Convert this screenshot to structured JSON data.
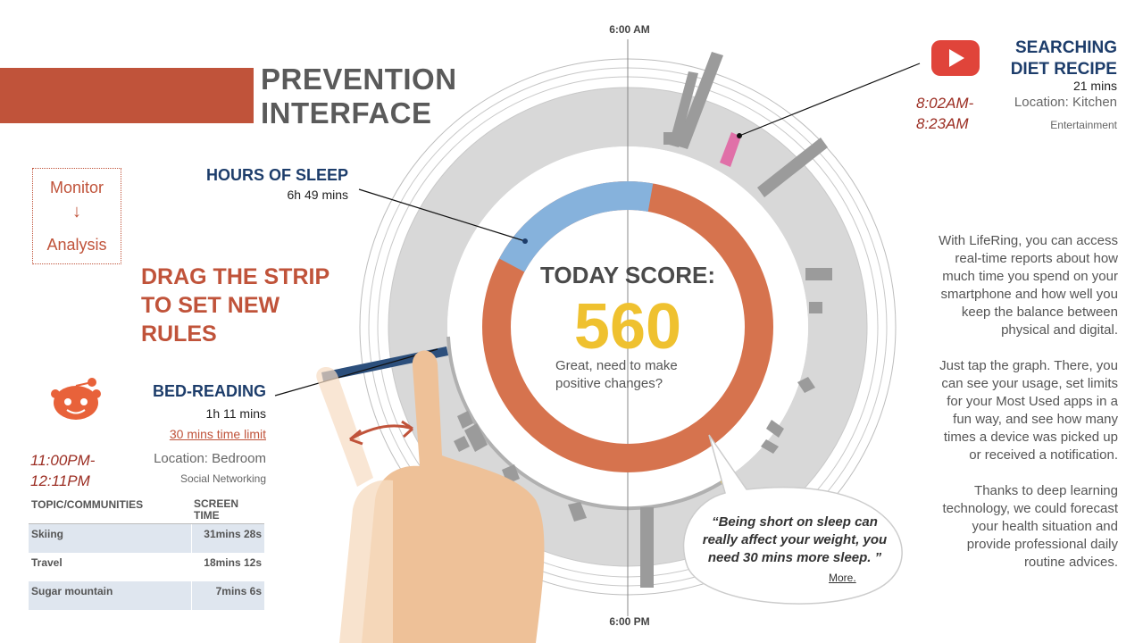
{
  "header": {
    "title_line1": "PREVENTION",
    "title_line2": "INTERFACE",
    "accent_color": "#c0533a"
  },
  "flow": {
    "step1": "Monitor",
    "step2": "Analysis",
    "arrow": "↓"
  },
  "instruction": {
    "line1": "DRAG THE STRIP",
    "line2": "TO SET NEW",
    "line3": "RULES"
  },
  "sleep": {
    "title": "HOURS OF SLEEP",
    "value": "6h 49 mins",
    "color": "#86b2dc"
  },
  "bed_reading": {
    "title": "BED-READING",
    "duration": "1h 11 mins",
    "limit_link": "30 mins time limit",
    "time_start": "11:00PM-",
    "time_end": "12:11PM",
    "location": "Location: Bedroom",
    "category": "Social Networking",
    "icon": "reddit-icon"
  },
  "topics_table": {
    "headers": [
      "TOPIC/COMMUNITIES",
      "SCREEN TIME"
    ],
    "rows": [
      {
        "topic": "Skiing",
        "time": "31mins 28s"
      },
      {
        "topic": "Travel",
        "time": "18mins 12s"
      },
      {
        "topic": "Sugar mountain",
        "time": "7mins 6s"
      }
    ]
  },
  "score": {
    "title": "TODAY SCORE:",
    "value": "560",
    "message_line1": "Great, need to make",
    "message_line2": "positive changes?",
    "value_color": "#efc12f",
    "active_color": "#d6734e"
  },
  "clock": {
    "top_label": "6:00 AM",
    "bottom_label": "6:00 PM"
  },
  "search_event": {
    "title_line1": "SEARCHING",
    "title_line2": "DIET RECIPE",
    "duration": "21 mins",
    "time_start": "8:02AM-",
    "time_end": "8:23AM",
    "location": "Location: Kitchen",
    "category": "Entertainment",
    "icon": "youtube-icon",
    "icon_color": "#e0443a",
    "highlight_color": "#e070a8"
  },
  "description": {
    "paragraph1": [
      "With LifeRing, you can access",
      "real-time reports about how",
      "much time you spend on your",
      "smartphone and how well you",
      "keep the balance between",
      "physical and digital."
    ],
    "paragraph2": [
      "Just tap the graph. There, you",
      "can see your usage, set limits",
      "for your Most Used apps in a",
      "fun way, and see how many",
      "times a device was picked up",
      "or received a notification."
    ],
    "paragraph3": [
      "Thanks to deep learning",
      "technology, we could forecast",
      "your health situation and",
      "provide professional daily",
      "routine advices."
    ]
  },
  "tip": {
    "quote_line1": "“Being short on sleep can",
    "quote_line2": "really affect your weight, you",
    "quote_line3": "need 30 mins more sleep. ”",
    "link": "More."
  },
  "ring": {
    "sleep_fraction": 0.2
  }
}
